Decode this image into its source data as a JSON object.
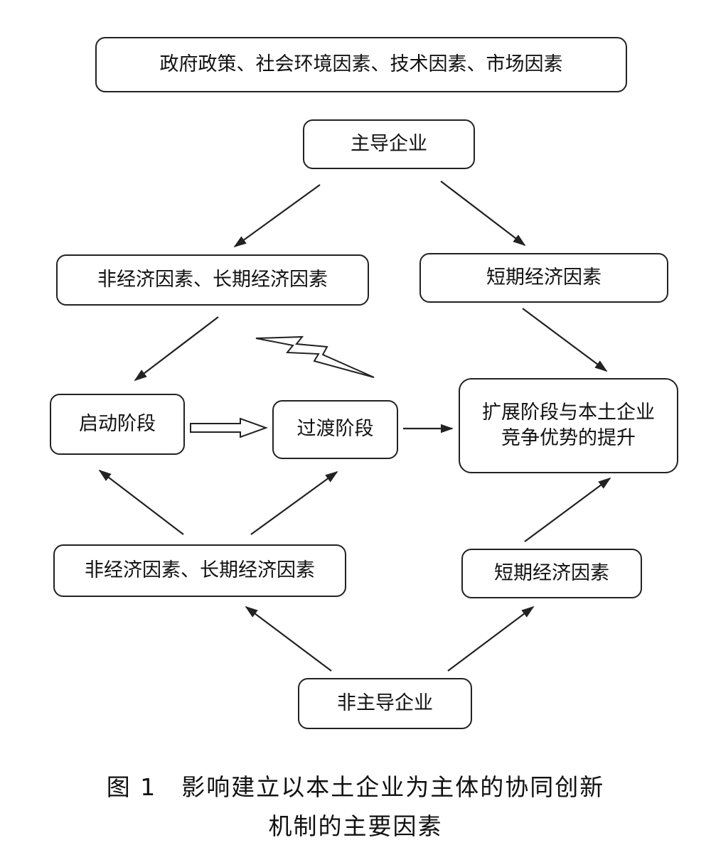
{
  "boxes": {
    "top_factors": "政府政策、社会环境因素、技术因素、市场因素",
    "leading_firms": "主导企业",
    "left_upper_factors": "非经济因素、长期经济因素",
    "right_upper_factors": "短期经济因素",
    "startup_stage": "启动阶段",
    "transition_stage": "过渡阶段",
    "expansion_line1": "扩展阶段与本土企业",
    "expansion_line2": "竞争优势的提升",
    "left_lower_factors": "非经济因素、长期经济因素",
    "right_lower_factors": "短期经济因素",
    "nonleading_firms": "非主导企业"
  },
  "caption": {
    "line1": "图 1　影响建立以本土企业为主体的协同创新",
    "line2": "机制的主要因素"
  },
  "colors": {
    "stroke": "#222222",
    "background": "#ffffff"
  }
}
